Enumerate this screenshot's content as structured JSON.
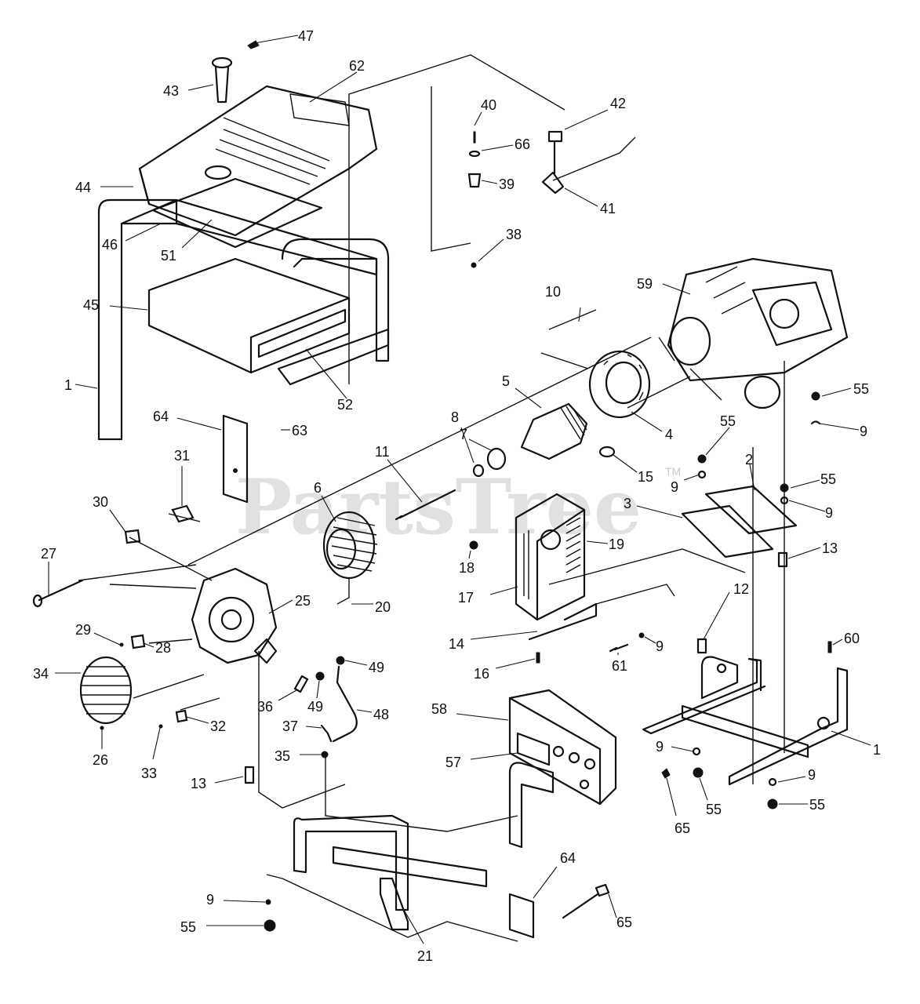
{
  "watermark": {
    "text": "PartsTree",
    "tm": "TM"
  },
  "callouts": [
    {
      "id": "47",
      "label": "47"
    },
    {
      "id": "62",
      "label": "62"
    },
    {
      "id": "43",
      "label": "43"
    },
    {
      "id": "44",
      "label": "44"
    },
    {
      "id": "46",
      "label": "46"
    },
    {
      "id": "51",
      "label": "51"
    },
    {
      "id": "45",
      "label": "45"
    },
    {
      "id": "1a",
      "label": "1"
    },
    {
      "id": "52",
      "label": "52"
    },
    {
      "id": "64a",
      "label": "64"
    },
    {
      "id": "63",
      "label": "63"
    },
    {
      "id": "40",
      "label": "40"
    },
    {
      "id": "66",
      "label": "66"
    },
    {
      "id": "39",
      "label": "39"
    },
    {
      "id": "42",
      "label": "42"
    },
    {
      "id": "41",
      "label": "41"
    },
    {
      "id": "38",
      "label": "38"
    },
    {
      "id": "10",
      "label": "10"
    },
    {
      "id": "59",
      "label": "59"
    },
    {
      "id": "5",
      "label": "5"
    },
    {
      "id": "4",
      "label": "4"
    },
    {
      "id": "55a",
      "label": "55"
    },
    {
      "id": "9a",
      "label": "9"
    },
    {
      "id": "8",
      "label": "8"
    },
    {
      "id": "7",
      "label": "7"
    },
    {
      "id": "11",
      "label": "11"
    },
    {
      "id": "55b",
      "label": "55"
    },
    {
      "id": "15",
      "label": "15"
    },
    {
      "id": "9b",
      "label": "9"
    },
    {
      "id": "2",
      "label": "2"
    },
    {
      "id": "55c",
      "label": "55"
    },
    {
      "id": "9c",
      "label": "9"
    },
    {
      "id": "3",
      "label": "3"
    },
    {
      "id": "31",
      "label": "31"
    },
    {
      "id": "6",
      "label": "6"
    },
    {
      "id": "30",
      "label": "30"
    },
    {
      "id": "19",
      "label": "19"
    },
    {
      "id": "18",
      "label": "18"
    },
    {
      "id": "13a",
      "label": "13"
    },
    {
      "id": "27",
      "label": "27"
    },
    {
      "id": "17",
      "label": "17"
    },
    {
      "id": "12",
      "label": "12"
    },
    {
      "id": "25",
      "label": "25"
    },
    {
      "id": "20",
      "label": "20"
    },
    {
      "id": "29",
      "label": "29"
    },
    {
      "id": "28",
      "label": "28"
    },
    {
      "id": "14",
      "label": "14"
    },
    {
      "id": "9d",
      "label": "9"
    },
    {
      "id": "60",
      "label": "60"
    },
    {
      "id": "34",
      "label": "34"
    },
    {
      "id": "61",
      "label": "61"
    },
    {
      "id": "16",
      "label": "16"
    },
    {
      "id": "49a",
      "label": "49"
    },
    {
      "id": "36",
      "label": "36"
    },
    {
      "id": "49b",
      "label": "49"
    },
    {
      "id": "48",
      "label": "48"
    },
    {
      "id": "58",
      "label": "58"
    },
    {
      "id": "32",
      "label": "32"
    },
    {
      "id": "37",
      "label": "37"
    },
    {
      "id": "26",
      "label": "26"
    },
    {
      "id": "33",
      "label": "33"
    },
    {
      "id": "35",
      "label": "35"
    },
    {
      "id": "57",
      "label": "57"
    },
    {
      "id": "1b",
      "label": "1"
    },
    {
      "id": "9e",
      "label": "9"
    },
    {
      "id": "13b",
      "label": "13"
    },
    {
      "id": "9f",
      "label": "9"
    },
    {
      "id": "65a",
      "label": "65"
    },
    {
      "id": "55d",
      "label": "55"
    },
    {
      "id": "55e",
      "label": "55"
    },
    {
      "id": "64b",
      "label": "64"
    },
    {
      "id": "9g",
      "label": "9"
    },
    {
      "id": "65b",
      "label": "65"
    },
    {
      "id": "55f",
      "label": "55"
    },
    {
      "id": "21",
      "label": "21"
    }
  ]
}
